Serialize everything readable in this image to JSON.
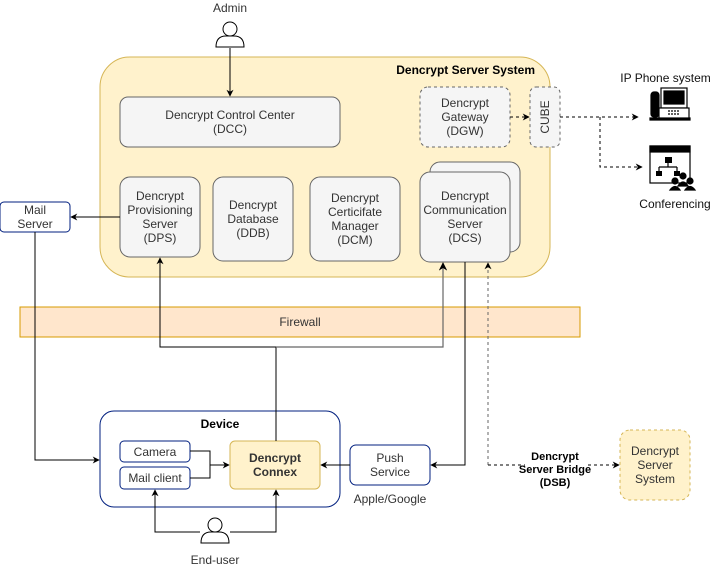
{
  "actors": {
    "admin": "Admin",
    "end_user": "End-user"
  },
  "server_system": {
    "title": "Dencrypt Server System",
    "dcc": "Dencrypt Control Center\n(DCC)",
    "dgw": "Dencrypt\nGateway\n(DGW)",
    "cube": "CUBE",
    "dps": "Dencrypt\nProvisioning\nServer\n(DPS)",
    "ddb": "Dencrypt\nDatabase\n(DDB)",
    "dcm": "Dencrypt\nCerticifate\nManager\n(DCM)",
    "dcs": "Dencrypt\nCommunication\nServer\n(DCS)"
  },
  "external": {
    "ip_phone": "IP Phone system",
    "conferencing": "Conferencing",
    "mail_server": "Mail\nServer",
    "firewall": "Firewall",
    "push_service": "Push\nService",
    "push_provider": "Apple/Google",
    "dsb": "Dencrypt\nServer Bridge\n(DSB)",
    "remote_system": "Dencrypt\nServer\nSystem"
  },
  "device": {
    "title": "Device",
    "camera": "Camera",
    "mail_client": "Mail client",
    "connex": "Dencrypt\nConnex"
  },
  "icons": {
    "admin": "user-icon",
    "end_user": "user-icon",
    "ip_phone": "desk-phone-icon",
    "conferencing": "conference-icon"
  },
  "colors": {
    "server_fill": "#fff2cc",
    "server_stroke": "#d6b656",
    "component_fill": "#f5f5f5",
    "component_stroke": "#666666",
    "firewall_fill": "#ffe6cc",
    "firewall_stroke": "#d79b00",
    "device_stroke": "#001f7f"
  }
}
